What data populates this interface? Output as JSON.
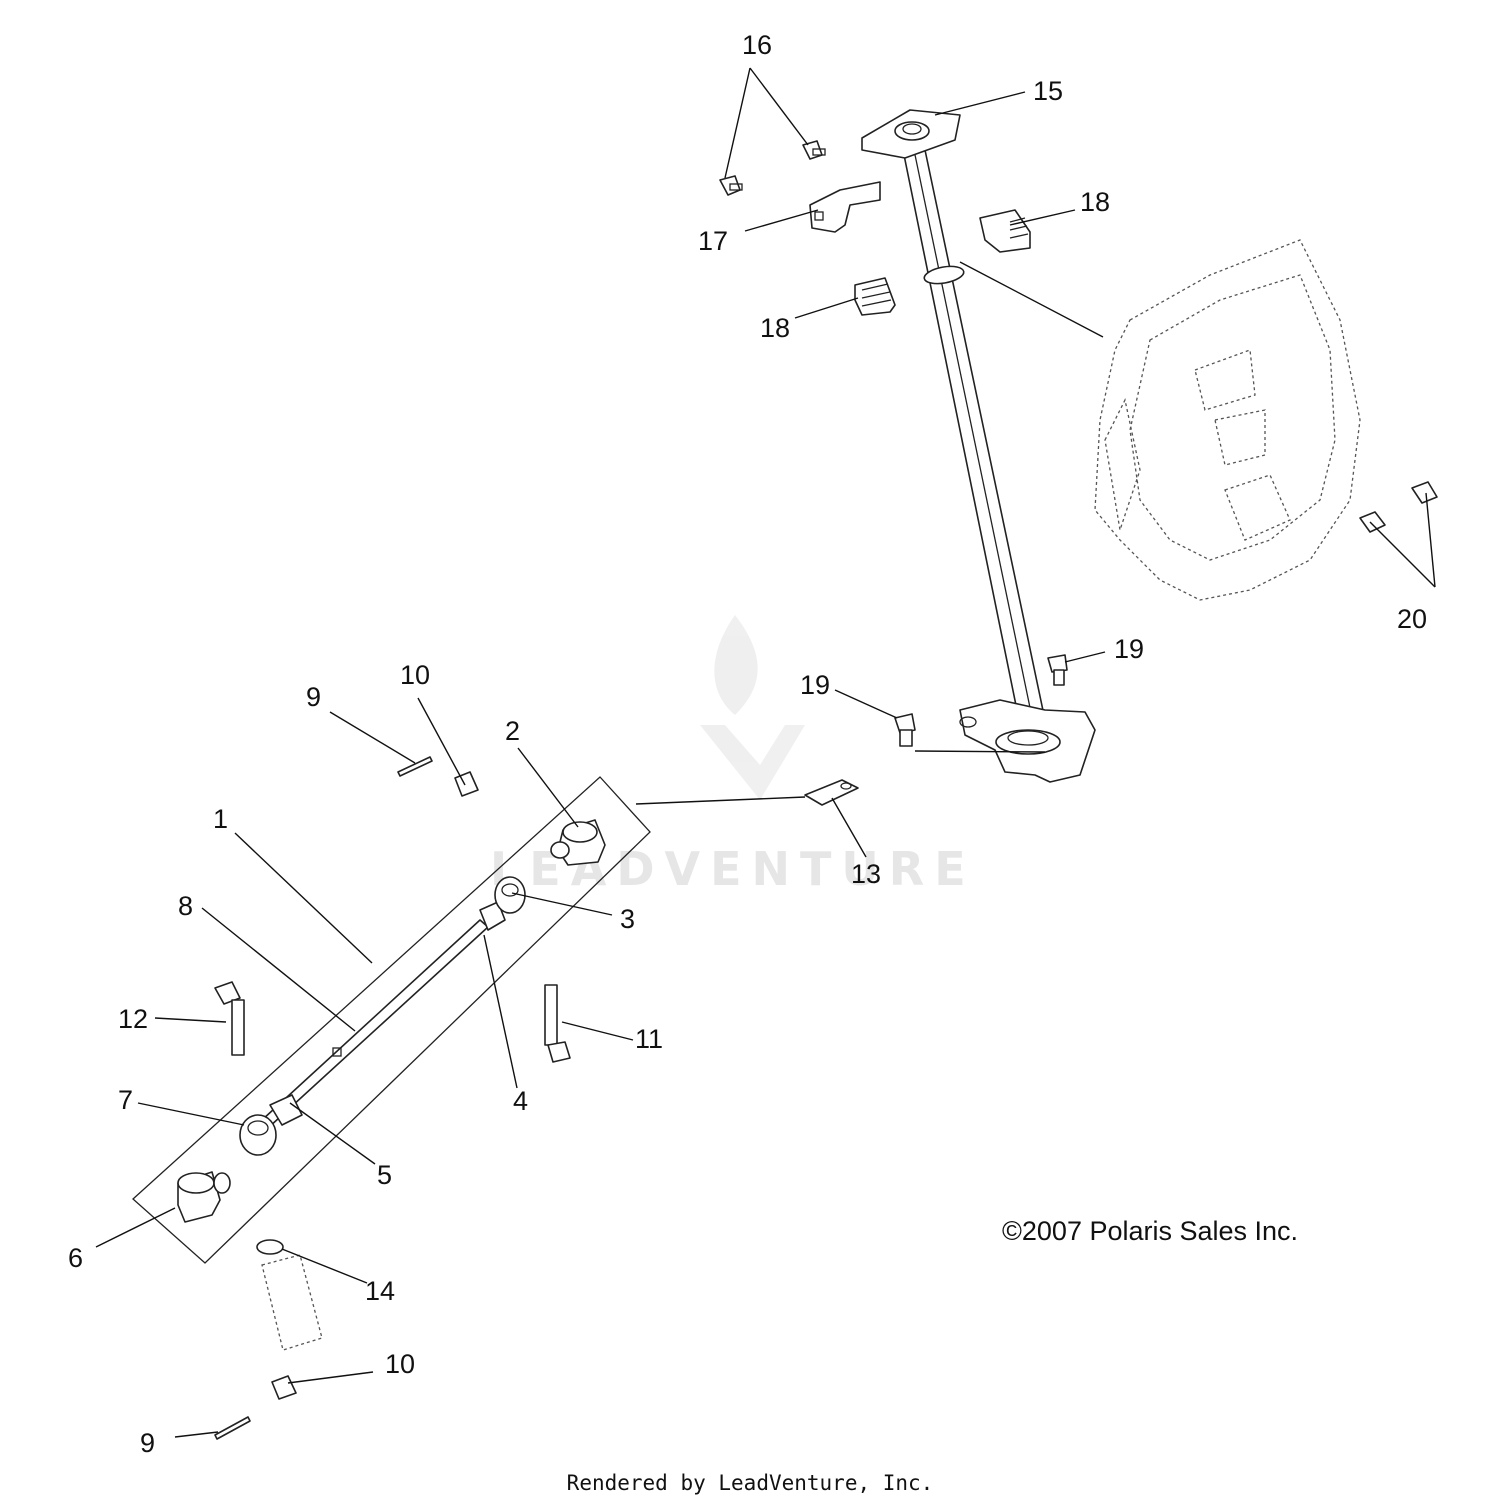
{
  "diagram": {
    "callouts": [
      "1",
      "2",
      "3",
      "4",
      "5",
      "6",
      "7",
      "8",
      "9",
      "10",
      "11",
      "12",
      "13",
      "14",
      "15",
      "16",
      "17",
      "18",
      "19",
      "20"
    ],
    "copyright": "©2007 Polaris Sales Inc.",
    "footer": "Rendered by LeadVenture, Inc.",
    "watermark": "LEADVENTURE"
  }
}
